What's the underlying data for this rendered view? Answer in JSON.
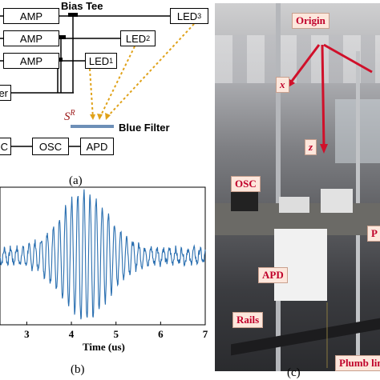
{
  "panel_a": {
    "bias_tee_label": "Bias Tee",
    "amp_labels": [
      "AMP",
      "AMP",
      "AMP"
    ],
    "led_labels": [
      {
        "main": "LED",
        "sub": "3"
      },
      {
        "main": "LED",
        "sub": "2"
      },
      {
        "main": "LED",
        "sub": "1"
      }
    ],
    "left_partial_label": "er",
    "sr_main": "S",
    "sr_sup": "R",
    "blue_filter_label": "Blue Filter",
    "osc_label": "OSC",
    "apd_label": "APD",
    "left_partial_osc": "C",
    "caption": "(a)"
  },
  "panel_b": {
    "xlabel": "Time (us)",
    "caption": "(b)"
  },
  "panel_c": {
    "tags": {
      "origin": "Origin",
      "x": "x",
      "z": "z",
      "osc": "OSC",
      "apd": "APD",
      "rails": "Rails",
      "plumb": "Plumb lin",
      "right_partial": "P"
    },
    "caption": "(c)"
  },
  "chart_data": {
    "type": "line",
    "title": "",
    "xlabel": "Time (us)",
    "ylabel": "",
    "x_ticks": [
      3,
      4,
      5,
      6,
      7
    ],
    "xlim": [
      2.4,
      7.0
    ],
    "ylim": [
      -1.2,
      1.2
    ],
    "series": [
      {
        "color": "#2a6fb0",
        "description_note": "oscillating burst signal, envelope peaks near 4.3 us",
        "points": {
          "x_start": 2.4,
          "x_end": 7.0,
          "carrier_period": 0.137,
          "envelope_center": 4.3,
          "envelope_width": 0.75,
          "peak_amplitude": 1.0,
          "baseline_noise": 0.13
        }
      }
    ]
  },
  "colors": {
    "trace": "#2a6fb0",
    "dotted_arrow": "#e0a21a",
    "filter": "#6d8fb7",
    "sr": "#9c1a1a",
    "tag_text": "#c0002a",
    "axis_line": "#d0102a"
  }
}
